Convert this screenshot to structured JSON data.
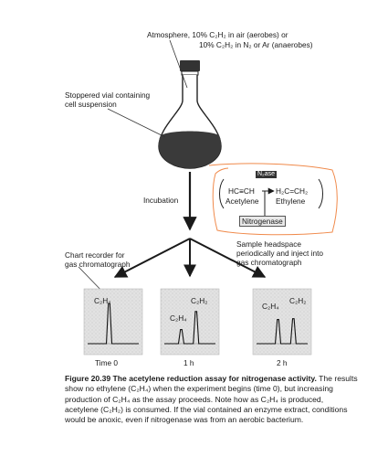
{
  "labels": {
    "atmosphere_line1": "Atmosphere, 10% C₂H₂ in air (aerobes) or",
    "atmosphere_line2": "10% C₂H₂ in N₂ or Ar (anaerobes)",
    "vial_line1": "Stoppered vial containing",
    "vial_line2": "cell suspension",
    "incubation": "Incubation",
    "n2ase_badge": "N₂ase",
    "reactant_formula": "HC≡CH",
    "product_formula": "H₂C=CH₂",
    "reactant_name": "Acetylene",
    "product_name": "Ethylene",
    "enzyme": "Nitrogenase",
    "sample_line1": "Sample headspace",
    "sample_line2": "periodically and inject into",
    "sample_line3": "gas chromatograph",
    "chart_line1": "Chart recorder for",
    "chart_line2": "gas chromatograph"
  },
  "panels": [
    {
      "time": "Time 0",
      "peaks": [
        {
          "label": "C₂H₂",
          "height": 1.0
        }
      ]
    },
    {
      "time": "1 h",
      "peaks": [
        {
          "label": "C₂H₄",
          "height": 0.35
        },
        {
          "label": "C₂H₂",
          "height": 0.8
        }
      ]
    },
    {
      "time": "2 h",
      "peaks": [
        {
          "label": "C₂H₄",
          "height": 0.6
        },
        {
          "label": "C₂H₂",
          "height": 0.62
        }
      ]
    }
  ],
  "caption": {
    "figure_number": "Figure 20.39",
    "title": "The acetylene reduction assay for nitrogenase activity.",
    "body": "The results show no ethylene (C₂H₄) when the experiment begins (time 0), but increasing production of C₂H₄ as the assay proceeds. Note how as C₂H₄ is produced, acetylene (C₂H₂) is consumed. If the vial contained an enzyme extract, conditions would be anoxic, even if nitrogenase was from an aerobic bacterium."
  },
  "colors": {
    "annotation_orange": "#f08a4b",
    "ink": "#1a1a1a",
    "liquid": "#3a3a3a",
    "panel_fill": "#dedede"
  }
}
